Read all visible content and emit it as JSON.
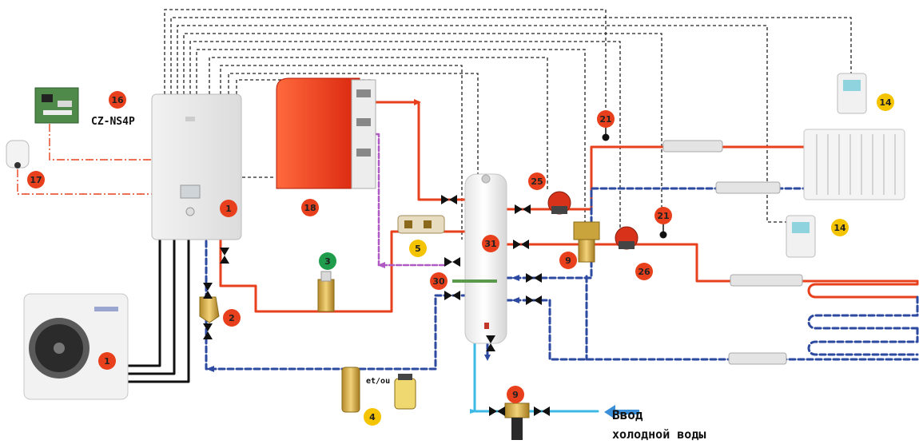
{
  "labels": {
    "controller_model": "CZ-NS4P",
    "alternative": "et/ou",
    "inlet_line1": "Ввод",
    "inlet_line2": "холодной воды"
  },
  "badges": [
    {
      "id": "indoor",
      "text": "1",
      "color": "#e8401c"
    },
    {
      "id": "outdoor",
      "text": "1",
      "color": "#e8401c"
    },
    {
      "id": "filter",
      "text": "2",
      "color": "#e8401c"
    },
    {
      "id": "separator",
      "text": "3",
      "color": "#1f9d4c"
    },
    {
      "id": "magnetic",
      "text": "4",
      "color": "#f5c400"
    },
    {
      "id": "pipe-sensor",
      "text": "5",
      "color": "#f5c400"
    },
    {
      "id": "mixing-valve",
      "text": "9",
      "color": "#e8401c"
    },
    {
      "id": "inlet-valve",
      "text": "9",
      "color": "#e8401c"
    },
    {
      "id": "thermostat-top",
      "text": "14",
      "color": "#f5c400"
    },
    {
      "id": "thermostat-mid",
      "text": "14",
      "color": "#f5c400"
    },
    {
      "id": "controller-board",
      "text": "16",
      "color": "#e8401c"
    },
    {
      "id": "remote-sensor",
      "text": "17",
      "color": "#e8401c"
    },
    {
      "id": "boiler",
      "text": "18",
      "color": "#e8401c"
    },
    {
      "id": "temp-sensor-a",
      "text": "21",
      "color": "#e8401c"
    },
    {
      "id": "temp-sensor-b",
      "text": "21",
      "color": "#e8401c"
    },
    {
      "id": "pump-radiator",
      "text": "25",
      "color": "#e8401c"
    },
    {
      "id": "pump-floor",
      "text": "26",
      "color": "#e8401c"
    },
    {
      "id": "tank-sensor",
      "text": "30",
      "color": "#e8401c"
    },
    {
      "id": "tank-port",
      "text": "31",
      "color": "#e8401c"
    }
  ],
  "colors": {
    "hot_pipe": "#e8401c",
    "cold_pipe": "#2e4aa0",
    "purple_pipe": "#b05bc4",
    "water_pipe": "#3db9e6",
    "signal": "#222222",
    "power": "#e8401c"
  }
}
